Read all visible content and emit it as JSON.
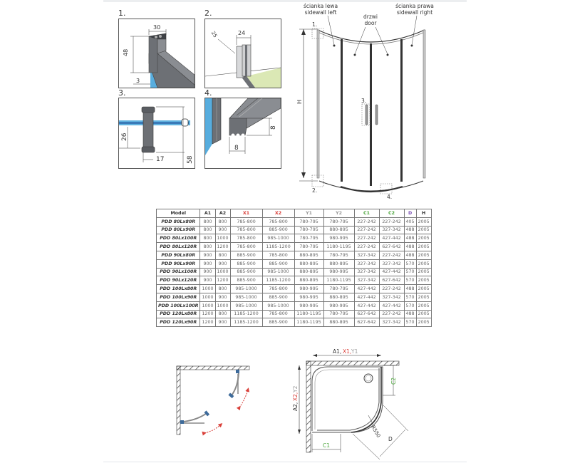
{
  "detail_panels": [
    {
      "label": "1.",
      "dims": [
        "30",
        "48",
        "3"
      ]
    },
    {
      "label": "2.",
      "dims": [
        "24",
        "25"
      ]
    },
    {
      "label": "3.",
      "dims": [
        "26",
        "17",
        "58"
      ]
    },
    {
      "label": "4.",
      "dims": [
        "8",
        "8"
      ]
    }
  ],
  "front_view": {
    "left_wall_pl": "ścianka lewa",
    "left_wall_en": "sidewall left",
    "door_pl": "drzwi",
    "door_en": "door",
    "right_wall_pl": "ścianka prawa",
    "right_wall_en": "sidewall right",
    "height_label": "H",
    "callouts": [
      "1.",
      "2.",
      "3.",
      "4."
    ]
  },
  "table": {
    "headers": [
      "Model",
      "A1",
      "A2",
      "X1",
      "X2",
      "Y1",
      "Y2",
      "C1",
      "C2",
      "D",
      "H"
    ],
    "header_colors": {
      "X1": "#d9403a",
      "X2": "#d9403a",
      "Y1": "#999999",
      "Y2": "#999999",
      "C1": "#4aa53a",
      "C2": "#4aa53a",
      "D": "#7a4fb5"
    },
    "rows": [
      [
        "PDD 80Lx80R",
        "800",
        "800",
        "785-800",
        "785-800",
        "780-795",
        "780-795",
        "227-242",
        "227-242",
        "405",
        "2005"
      ],
      [
        "PDD 80Lx90R",
        "800",
        "900",
        "785-800",
        "885-900",
        "780-795",
        "880-895",
        "227-242",
        "327-342",
        "488",
        "2005"
      ],
      [
        "PDD 80Lx100R",
        "800",
        "1000",
        "785-800",
        "985-1000",
        "780-795",
        "980-995",
        "227-242",
        "427-442",
        "488",
        "2005"
      ],
      [
        "PDD 80Lx120R",
        "800",
        "1200",
        "785-800",
        "1185-1200",
        "780-795",
        "1180-1195",
        "227-242",
        "627-642",
        "488",
        "2005"
      ],
      [
        "PDD 90Lx80R",
        "900",
        "800",
        "885-900",
        "785-800",
        "880-895",
        "780-795",
        "327-342",
        "227-242",
        "488",
        "2005"
      ],
      [
        "PDD 90Lx90R",
        "900",
        "900",
        "885-900",
        "885-900",
        "880-895",
        "880-895",
        "327-342",
        "327-342",
        "570",
        "2005"
      ],
      [
        "PDD 90Lx100R",
        "900",
        "1000",
        "885-900",
        "985-1000",
        "880-895",
        "980-995",
        "327-342",
        "427-442",
        "570",
        "2005"
      ],
      [
        "PDD 90Lx120R",
        "900",
        "1200",
        "885-900",
        "1185-1200",
        "880-895",
        "1180-1195",
        "327-342",
        "627-642",
        "570",
        "2005"
      ],
      [
        "PDD 100Lx80R",
        "1000",
        "800",
        "985-1000",
        "785-800",
        "980-995",
        "780-795",
        "427-442",
        "227-242",
        "488",
        "2005"
      ],
      [
        "PDD 100Lx90R",
        "1000",
        "900",
        "985-1000",
        "885-900",
        "980-995",
        "880-895",
        "427-442",
        "327-342",
        "570",
        "2005"
      ],
      [
        "PDD 100Lx100R",
        "1000",
        "1000",
        "985-1000",
        "985-1000",
        "980-995",
        "980-995",
        "427-442",
        "427-442",
        "570",
        "2005"
      ],
      [
        "PDD 120Lx80R",
        "1200",
        "800",
        "1185-1200",
        "785-800",
        "1180-1195",
        "780-795",
        "627-642",
        "227-242",
        "488",
        "2005"
      ],
      [
        "PDD 120Lx90R",
        "1200",
        "900",
        "1185-1200",
        "885-900",
        "1180-1195",
        "880-895",
        "627-642",
        "327-342",
        "570",
        "2005"
      ]
    ]
  },
  "plan_view": {
    "top_dim": {
      "a": "A1,",
      "x": "X1,",
      "y": "Y1"
    },
    "side_dim": {
      "a": "A2,",
      "x": "X2,",
      "y": "Y2"
    },
    "c1": "C1",
    "c2": "C2",
    "radius": "R550",
    "d": "D"
  },
  "colors": {
    "red": "#d9403a",
    "green": "#4aa53a",
    "purple": "#7a4fb5",
    "glass_blue": "#3a9fd8",
    "tray_green": "#dbe8b5",
    "profile_grey": "#8a8d92",
    "hinge_blue": "#3d6a9a"
  }
}
